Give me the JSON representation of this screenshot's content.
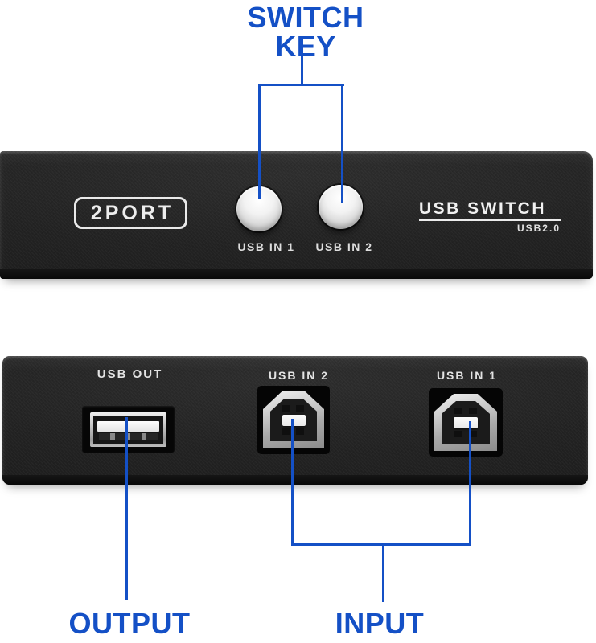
{
  "colors": {
    "accent": "#1450c6",
    "panel": "#232323"
  },
  "annotations": {
    "switch_key": "SWITCH KEY",
    "output": "OUTPUT",
    "input": "INPUT"
  },
  "front_panel": {
    "badge": "2PORT",
    "brand": {
      "title": "USB SWITCH",
      "subtitle": "USB2.0"
    },
    "buttons": [
      {
        "label": "USB IN 1"
      },
      {
        "label": "USB IN 2"
      }
    ]
  },
  "rear_panel": {
    "ports": [
      {
        "label": "USB OUT",
        "type": "usb-a-female"
      },
      {
        "label": "USB IN 2",
        "type": "usb-b-female"
      },
      {
        "label": "USB IN 1",
        "type": "usb-b-female"
      }
    ]
  }
}
